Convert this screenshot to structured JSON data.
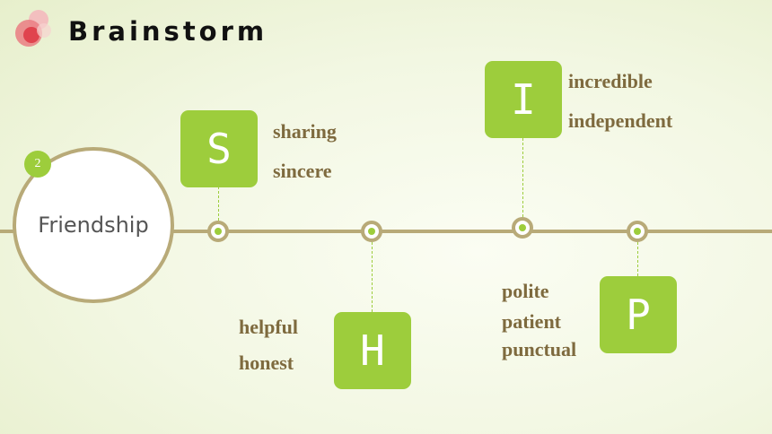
{
  "header": {
    "title": "Brainstorm"
  },
  "center": {
    "label": "Friendship",
    "badge": "2"
  },
  "colors": {
    "accent": "#9dcd3c",
    "line": "#b8aa78",
    "text": "#7e6a3e"
  },
  "groups": [
    {
      "letter": "S",
      "words": [
        "sharing",
        "sincere"
      ]
    },
    {
      "letter": "H",
      "words": [
        "helpful",
        "honest"
      ]
    },
    {
      "letter": "I",
      "words": [
        "incredible",
        "independent"
      ]
    },
    {
      "letter": "P",
      "words": [
        "polite",
        "patient",
        "punctual"
      ]
    }
  ]
}
